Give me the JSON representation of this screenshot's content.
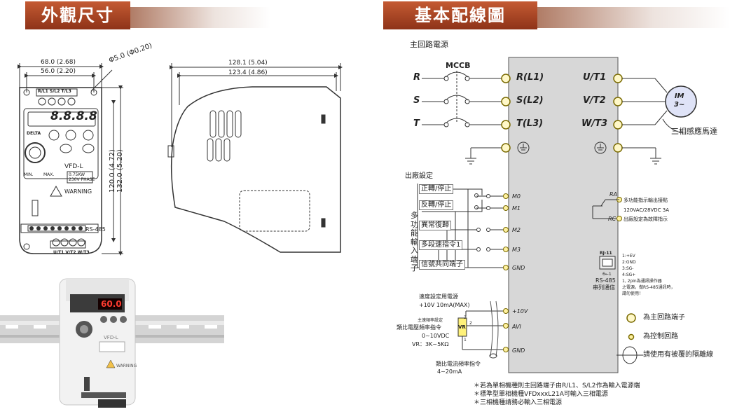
{
  "left": {
    "banner": "外觀尺寸",
    "dims": {
      "w_outer": "68.0  (2.68)",
      "w_inner": "56.0  (2.20)",
      "hole": "Φ5.0   (Φ0.20)",
      "d_outer": "128.1  (5.04)",
      "d_inner": "123.4  (4.86)",
      "h_inner": "120.0  (4.72)",
      "h_outer": "132.0  (5.20)"
    },
    "front": {
      "display": "8.8.8.8",
      "brand": "DELTA",
      "model": "VFD-L",
      "min": "MIN.",
      "max": "MAX.",
      "rating": "0.75KW\n230V PHASE",
      "warning": "WARNING",
      "rs485": "RS-485",
      "top_terminals": "R/L1 S/L2 T/L3",
      "bottom_terminals": "U/T1 V/T2 W/T3"
    },
    "photo": {
      "display": "60.0",
      "model": "VFD-L",
      "warning": "WARNING"
    }
  },
  "right": {
    "banner": "基本配線圖",
    "main_power": "主回路電源",
    "mccb": "MCCB",
    "inputs": [
      "R",
      "S",
      "T"
    ],
    "input_terms": [
      "R(L1)",
      "S(L2)",
      "T(L3)"
    ],
    "output_terms": [
      "U/T1",
      "V/T2",
      "W/T3"
    ],
    "motor": "IM\n3~",
    "motor_label": "三相感應馬達",
    "factory_setting": "出廠設定",
    "multi_input_label": "多\n功\n能\n輸\n入\n端\n子",
    "functions": [
      "正轉/停止",
      "反轉/停止",
      "異常復歸",
      "多段速指令1",
      "信號共同端子"
    ],
    "ctrl_terms": [
      "M0",
      "M1",
      "M2",
      "M3",
      "GND"
    ],
    "relay": {
      "ra": "RA",
      "rc": "RC",
      "line1": "多功能指示輸出接點",
      "line2": "120VAC/28VDC 3A",
      "line3": "出廠設定為故障指示"
    },
    "rj11": {
      "label": "RJ-11",
      "pins": "6←1",
      "rs485": "RS-485",
      "serial": "串列通信",
      "notes": [
        "1:+EV",
        "2:GND",
        "3:SG-",
        "4:SG+",
        "1, 2pin為通訊操作器",
        "之電源，做RS-485通訊時，",
        "請勿使用！"
      ]
    },
    "analog": {
      "power_title": "速度設定用電源",
      "power_spec": "+10V 10mA(MAX)",
      "term_10v": "+10V",
      "term_avi": "AVI",
      "term_gnd": "GND",
      "master_freq": "主速頻率設定",
      "analog_cmd": "類比電壓頻率指令",
      "range": "0~10VDC",
      "vr_spec": "VR：3K~5KΩ",
      "vr": "VR",
      "pins": [
        "3",
        "2",
        "1"
      ],
      "current_cmd": "類比電流頻率指令",
      "current_range": "4~20mA"
    },
    "legend": {
      "main_circuit": "為主回路端子",
      "control_circuit": "為控制回路",
      "shielded": "請使用有被覆的隔離線"
    },
    "notes": [
      "＊若為單相機種則主回路端子由R/L1、S/L2作為輸入電源端",
      "＊標準型單相機種VFDxxxL21A可輸入三相電源",
      "＊三相機種請務必輸入三相電源"
    ]
  }
}
